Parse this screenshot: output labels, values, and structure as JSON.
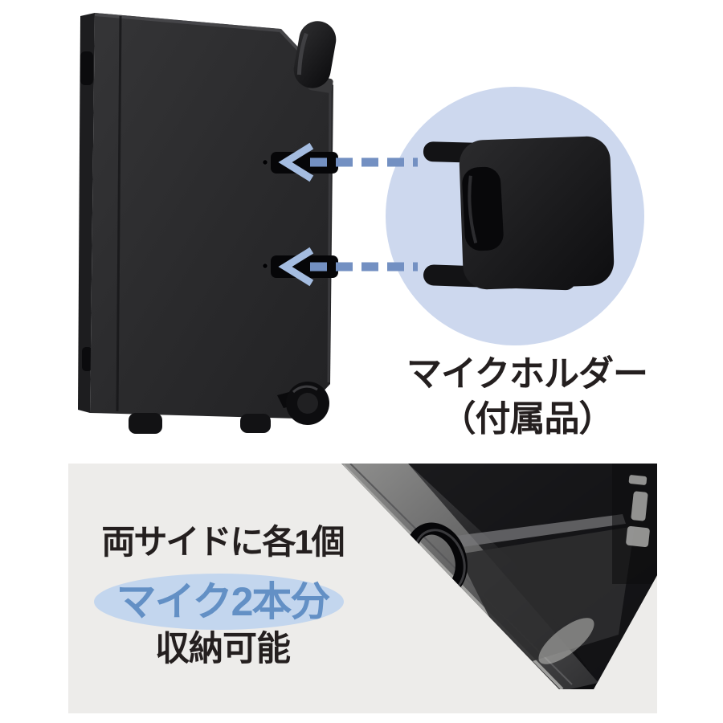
{
  "colors": {
    "page_bg": "#ffffff",
    "panel_bg": "#edecea",
    "callout_circle": "#cdd8ee",
    "highlight_ellipse": "#c3d6ee",
    "arrow_dash": "#7390c2",
    "arrow_chevron": "#a4bce0",
    "text_black": "#241f1f",
    "text_blue": "#6390c5"
  },
  "callout": {
    "label_line1": "マイクホルダー",
    "label_line2": "（付属品）"
  },
  "bottom_panel": {
    "line1": "両サイドに各1個",
    "highlight_text": "マイク2本分",
    "line3": "収納可能"
  },
  "icons": {
    "arrow_style": "dashed-arrow-left",
    "arrow_count": 2
  }
}
